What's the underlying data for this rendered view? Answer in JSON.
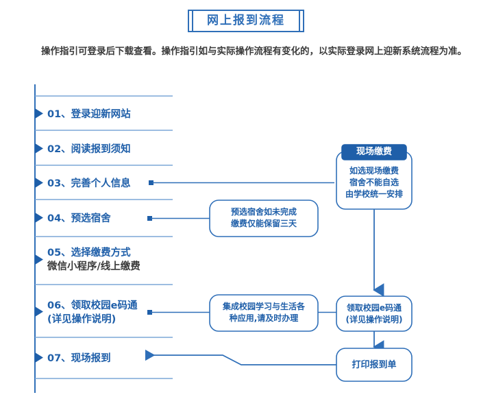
{
  "title": {
    "text": "网上报到流程"
  },
  "intro": {
    "text": "操作指引可登录后下载查看。操作指引如与实际操作流程有变化的，以实际登录网上迎新系统流程为准。"
  },
  "colors": {
    "accent_blue": "#1f5fa9",
    "line_blue": "#2f6fb8",
    "light_line": "#7ba7d7",
    "header_fill": "#1f5fa9",
    "text_dark": "#3a3a3a",
    "white": "#ffffff"
  },
  "steps": [
    {
      "id": "step-01",
      "label": "01、登录迎新网站",
      "sub": ""
    },
    {
      "id": "step-02",
      "label": "02、阅读报到须知",
      "sub": ""
    },
    {
      "id": "step-03",
      "label": "03、完善个人信息",
      "sub": ""
    },
    {
      "id": "step-04",
      "label": "04、预选宿舍",
      "sub": ""
    },
    {
      "id": "step-05",
      "label": "05、选择缴费方式",
      "sub": "微信小程序/线上缴费"
    },
    {
      "id": "step-06",
      "label": "06、领取校园e码通",
      "sub": "(详见操作说明)"
    },
    {
      "id": "step-07",
      "label": "07、现场报到",
      "sub": ""
    }
  ],
  "callouts": [
    {
      "id": "callout-dorm",
      "lines": [
        "预选宿舍如未完成",
        "缴费仅能保留三天"
      ]
    },
    {
      "id": "callout-ecard",
      "lines": [
        "集成校园学习与生活各",
        "种应用,请及时办理"
      ]
    }
  ],
  "right_boxes": [
    {
      "id": "box-onsite-payment",
      "header": "现场缴费",
      "lines": [
        "如选现场缴费",
        "宿舍不能自选",
        "由学校统一安排"
      ]
    },
    {
      "id": "box-ecard",
      "header": "",
      "lines": [
        "领取校园e码通",
        "(详见操作说明)"
      ]
    },
    {
      "id": "box-print",
      "header": "",
      "lines": [
        "打印报到单"
      ]
    }
  ],
  "icons": {
    "step_marker": "triangle-right-icon",
    "connector_dot": "square-dot-icon",
    "arrow_left": "arrow-left-icon",
    "arrow_down": "arrow-down-icon"
  }
}
